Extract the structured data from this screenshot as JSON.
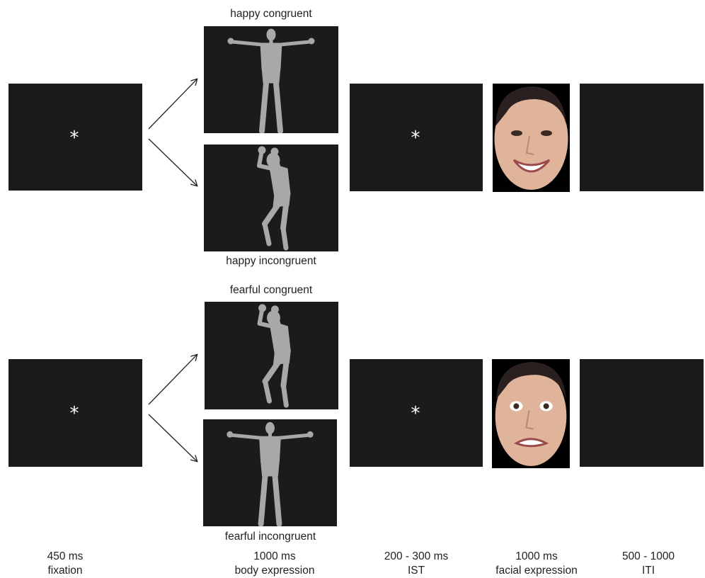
{
  "labels": {
    "happy_congruent": "happy congruent",
    "happy_incongruent": "happy incongruent",
    "fearful_congruent": "fearful congruent",
    "fearful_incongruent": "fearful incongruent"
  },
  "fixation_symbol": "*",
  "timings": [
    {
      "duration": "450 ms",
      "name": "fixation"
    },
    {
      "duration": "1000 ms",
      "name": "body expression"
    },
    {
      "duration": "200 - 300 ms",
      "name": "IST"
    },
    {
      "duration": "1000 ms",
      "name": "facial expression"
    },
    {
      "duration": "500 - 1000",
      "name": "ITI"
    }
  ],
  "colors": {
    "panel": "#1b1b1b",
    "figure": "#a8a8a8",
    "skin": "#e0b49a",
    "hair": "#2a2020"
  }
}
